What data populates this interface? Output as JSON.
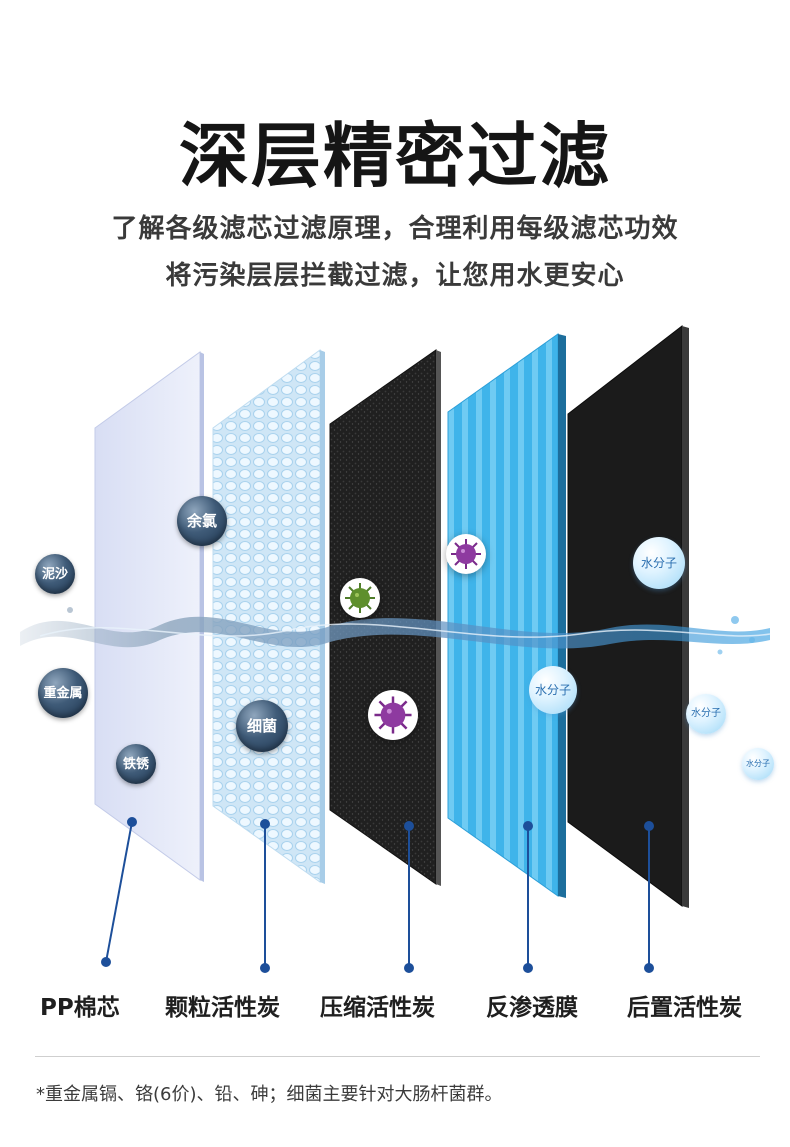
{
  "header": {
    "title": "深层精密过滤",
    "subtitle_line1": "了解各级滤芯过滤原理，合理利用每级滤芯功效",
    "subtitle_line2": "将污染层层拦截过滤，让您用水更安心"
  },
  "contaminants": {
    "mud_sand": "泥沙",
    "heavy_metal": "重金属",
    "rust": "铁锈",
    "residual_chlorine": "余氯",
    "bacteria": "细菌",
    "water_molecule": "水分子"
  },
  "filter_layers": [
    {
      "label": "PP棉芯"
    },
    {
      "label": "颗粒活性炭"
    },
    {
      "label": "压缩活性炭"
    },
    {
      "label": "反渗透膜"
    },
    {
      "label": "后置活性炭"
    }
  ],
  "footnote": "*重金属镉、铬(6价)、铅、砷；细菌主要针对大肠杆菌群。",
  "colors": {
    "title": "#151515",
    "pointer_line": "#1d4f9a",
    "ro_membrane": "#3bb6ec",
    "carbon": "#1c1c1c",
    "pp_cotton": "#dfe4f7"
  }
}
